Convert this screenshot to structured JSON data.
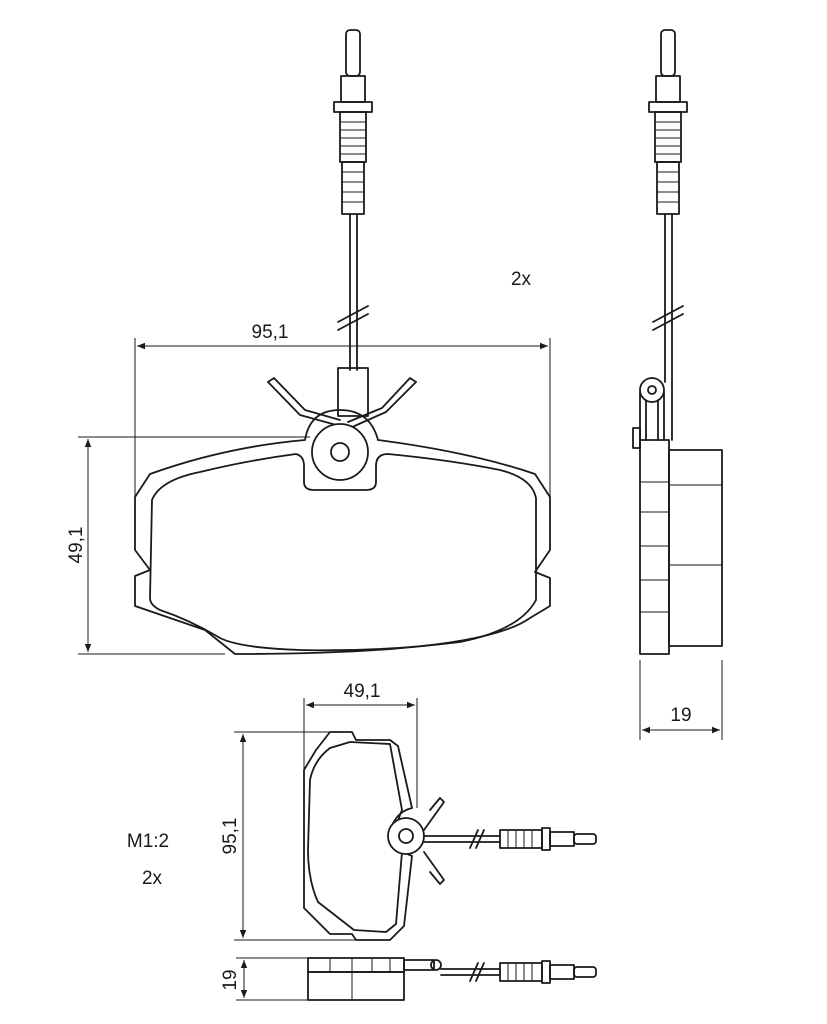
{
  "dimensions": {
    "front_width": "95,1",
    "front_height": "49,1",
    "side_thickness": "19",
    "bottom_width": "49,1",
    "bottom_height": "95,1",
    "bottom_thickness": "19"
  },
  "labels": {
    "quantity_top": "2x",
    "scale": "M1:2",
    "quantity_bottom": "2x"
  }
}
